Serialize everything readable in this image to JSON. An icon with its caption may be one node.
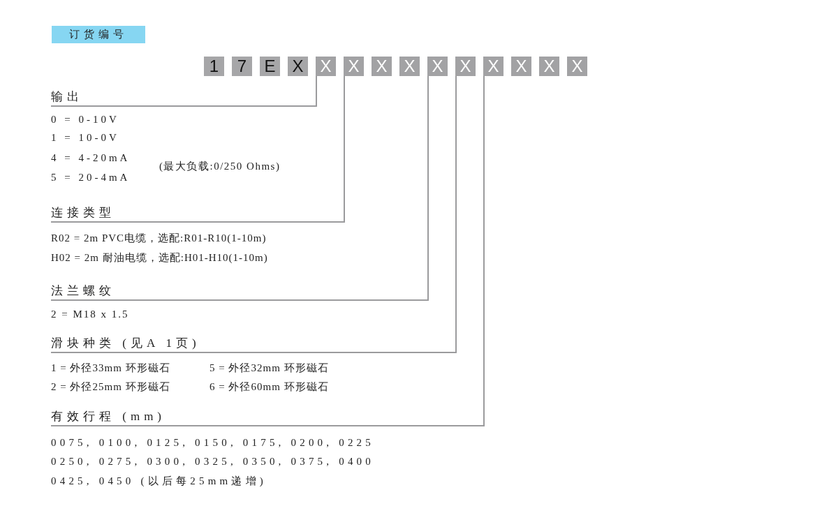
{
  "diagram": {
    "title": "订货编号",
    "nodes": [
      {
        "text": [
          "1"
        ]
      },
      {
        "text": [
          "7"
        ]
      },
      {
        "text": [
          "E"
        ]
      },
      {
        "text": [
          "X"
        ]
      },
      {
        "text": [
          "X"
        ]
      },
      {
        "text": [
          "X"
        ]
      },
      {
        "text": [
          "X"
        ]
      },
      {
        "text": [
          "X"
        ]
      },
      {
        "text": [
          "X"
        ]
      },
      {
        "text": [
          "X"
        ]
      },
      {
        "text": [
          "X"
        ]
      },
      {
        "text": [
          "X"
        ]
      },
      {
        "text": [
          "X"
        ]
      },
      {
        "text": [
          "X"
        ]
      },
      {
        "text": [
          "输出"
        ]
      },
      {
        "text": [
          "连接类型"
        ]
      },
      {
        "text": [
          "法兰螺纹"
        ]
      },
      {
        "text": [
          "滑块种类 (见A 1页)"
        ]
      },
      {
        "text": [
          "有效行程 (mm)"
        ]
      }
    ],
    "edges": [
      {
        "from": 4,
        "to": 14,
        "arrow": "none"
      },
      {
        "from": 5,
        "to": 15,
        "arrow": "none"
      },
      {
        "from": 8,
        "to": 16,
        "arrow": "none"
      },
      {
        "from": 9,
        "to": 17,
        "arrow": "none"
      },
      {
        "from": 10,
        "to": 18,
        "arrow": "none"
      }
    ],
    "labels": [
      "0 = 0-10V",
      "1 = 10-0V",
      "4 = 4-20mA",
      "(最大负载:0/250 Ohms)",
      "5 = 20-4mA",
      "R02 = 2m PVC电缆，选配:R01-R10(1-10m)",
      "H02 = 2m 耐油电缆，选配:H01-H10(1-10m)",
      "2 = M18 x 1.5",
      "1 = 外径33mm 环形磁石",
      "5 = 外径32mm 环形磁石",
      "2 = 外径25mm 环形磁石",
      "6 = 外径60mm 环形磁石",
      "0075, 0100, 0125, 0150, 0175, 0200, 0225",
      "0250, 0275, 0300, 0325, 0350, 0375, 0400",
      "0425, 0450 (以后每25mm递增)"
    ]
  }
}
